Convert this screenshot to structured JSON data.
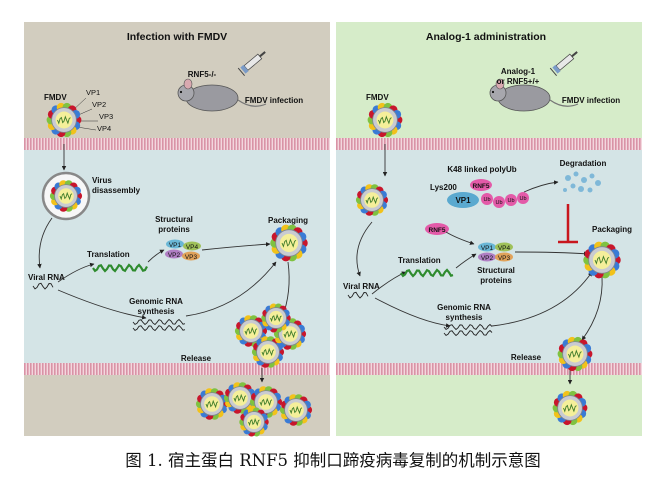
{
  "left": {
    "title": "Infection with FMDV",
    "fmdv": "FMDV",
    "vps": [
      "VP1",
      "VP2",
      "VP3",
      "VP4"
    ],
    "mouse_label": "RNF5-/-",
    "infection": "FMDV infection",
    "disassembly": [
      "Virus",
      "disassembly"
    ],
    "structural": [
      "Structural",
      "proteins"
    ],
    "translation": "Translation",
    "packaging": "Packaging",
    "viral_rna": "Viral RNA",
    "genomic": [
      "Genomic RNA",
      "synthesis"
    ],
    "release": "Release",
    "chips": [
      "VP1",
      "VP4",
      "VP2",
      "VP3"
    ]
  },
  "right": {
    "title": "Analog-1 administration",
    "fmdv": "FMDV",
    "mouse_label": [
      "Analog-1",
      "or RNF5+/+"
    ],
    "infection": "FMDV infection",
    "k48": "K48 linked polyUb",
    "degradation": "Degradation",
    "lys": "Lys200",
    "vp1": "VP1",
    "rnf5": "RNF5",
    "ub": [
      "Ub",
      "Ub",
      "Ub",
      "Ub"
    ],
    "translation": "Translation",
    "structural": [
      "Structural",
      "proteins"
    ],
    "packaging": "Packaging",
    "viral_rna": "Viral RNA",
    "genomic": [
      "Genomic RNA",
      "synthesis"
    ],
    "release": "Release",
    "chips": [
      "VP1",
      "VP4",
      "VP2",
      "VP3"
    ]
  },
  "caption": "图 1.  宿主蛋白 RNF5 抑制口蹄疫病毒复制的机制示意图",
  "colors": {
    "left_top": "#d2cdbf",
    "right_top": "#d6ecc9",
    "cytoplasm": "#d4e4e6",
    "membrane": "#e9b8c4",
    "rna": "#2e8b2e",
    "degrade": "#c8161d"
  }
}
